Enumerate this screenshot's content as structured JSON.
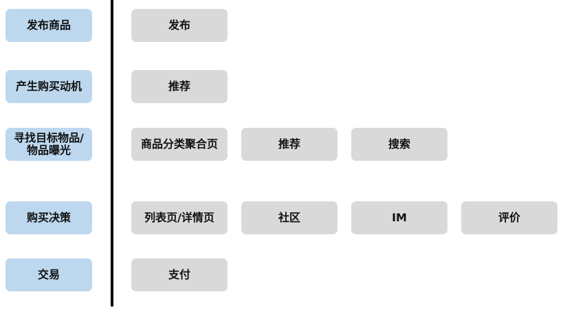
{
  "diagram": {
    "rows": [
      {
        "stage": "发布商品",
        "actions": [
          "发布"
        ]
      },
      {
        "stage": "产生购买动机",
        "actions": [
          "推荐"
        ]
      },
      {
        "stage": "寻找目标物品/\n物品曝光",
        "actions": [
          "商品分类聚合页",
          "推荐",
          "搜索"
        ]
      },
      {
        "stage": "购买决策",
        "actions": [
          "列表页/详情页",
          "社区",
          "IM",
          "评价"
        ]
      },
      {
        "stage": "交易",
        "actions": [
          "支付"
        ]
      }
    ]
  },
  "colors": {
    "stage_fill": "#bdd7ee",
    "action_fill": "#d9d9d9",
    "divider": "#000000",
    "text": "#111111"
  }
}
